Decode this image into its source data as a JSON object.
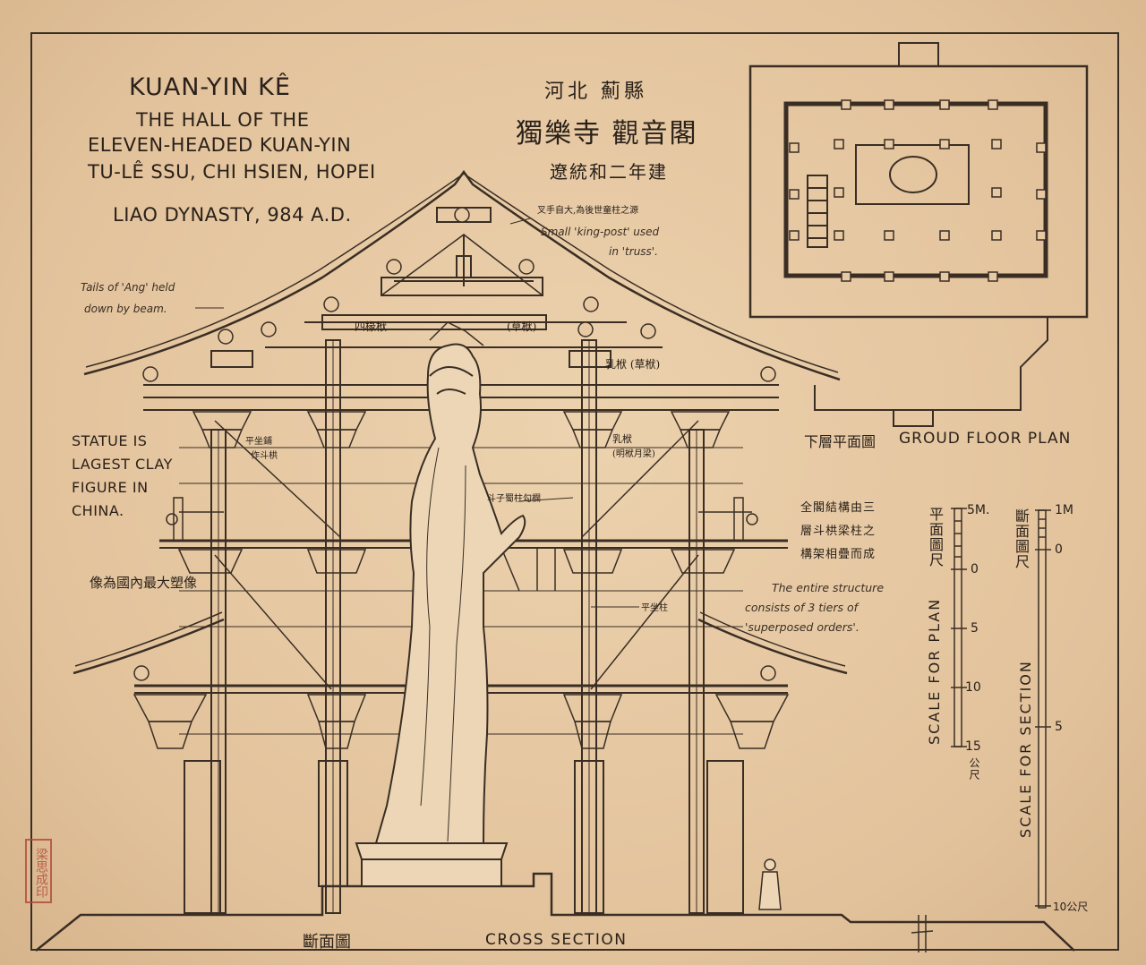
{
  "title": {
    "main": "KUAN-YIN KÊ",
    "line1": "THE HALL OF THE",
    "line2": "ELEVEN-HEADED KUAN-YIN",
    "line3": "TU-LÊ SSU, CHI HSIEN, HOPEI",
    "line4": "LIAO DYNASTY, 984 A.D."
  },
  "chinese_title": {
    "line1": "河北 薊縣",
    "line2": "獨樂寺 觀音閣",
    "line3": "遼統和二年建"
  },
  "plan": {
    "chinese_label": "下層平面圖",
    "english_label": "GROUD FLOOR PLAN"
  },
  "section": {
    "chinese_label": "斷面圖",
    "english_label": "CROSS SECTION"
  },
  "notes": {
    "kingpost_cn": "叉手自大,為後世童柱之源",
    "kingpost_en1": "Small 'king-post' used",
    "kingpost_en2": "in 'truss'.",
    "ang1": "Tails of 'Ang' held",
    "ang2": "down by beam.",
    "beam_cn1": "四椽栿",
    "beam_cn2": "(草栿)",
    "beam_cn3": "乳栿 (草栿)",
    "statue1": "STATUE IS",
    "statue2": "LAGEST CLAY",
    "statue3": "FIGURE IN",
    "statue4": "CHINA.",
    "statue_cn": "像為國內最大塑像",
    "structure_cn1": "全閣結構由三",
    "structure_cn2": "層斗栱梁柱之",
    "structure_cn3": "構架相疊而成",
    "structure_en1": "The entire structure",
    "structure_en2": "consists of 3 tiers of",
    "structure_en3": "'superposed orders'.",
    "left_bracket_cn1": "平坐鋪",
    "left_bracket_cn2": "作斗栱",
    "right_bracket_cn1": "乳栿",
    "right_bracket_cn2": "(明栿月梁)",
    "gallery_cn": "斗子蜀柱勾欄",
    "pingzuo_cn": "平坐柱"
  },
  "scale_plan": {
    "label": "SCALE FOR PLAN",
    "cn_label": "平面圖尺",
    "ticks": [
      "5M.",
      "0",
      "5",
      "10",
      "15"
    ],
    "end_cn": "公尺"
  },
  "scale_section": {
    "label": "SCALE FOR SECTION",
    "cn_label": "斷面圖尺",
    "ticks": [
      "1M",
      "0",
      "5",
      "10公尺"
    ]
  },
  "stamp": "梁思成印"
}
